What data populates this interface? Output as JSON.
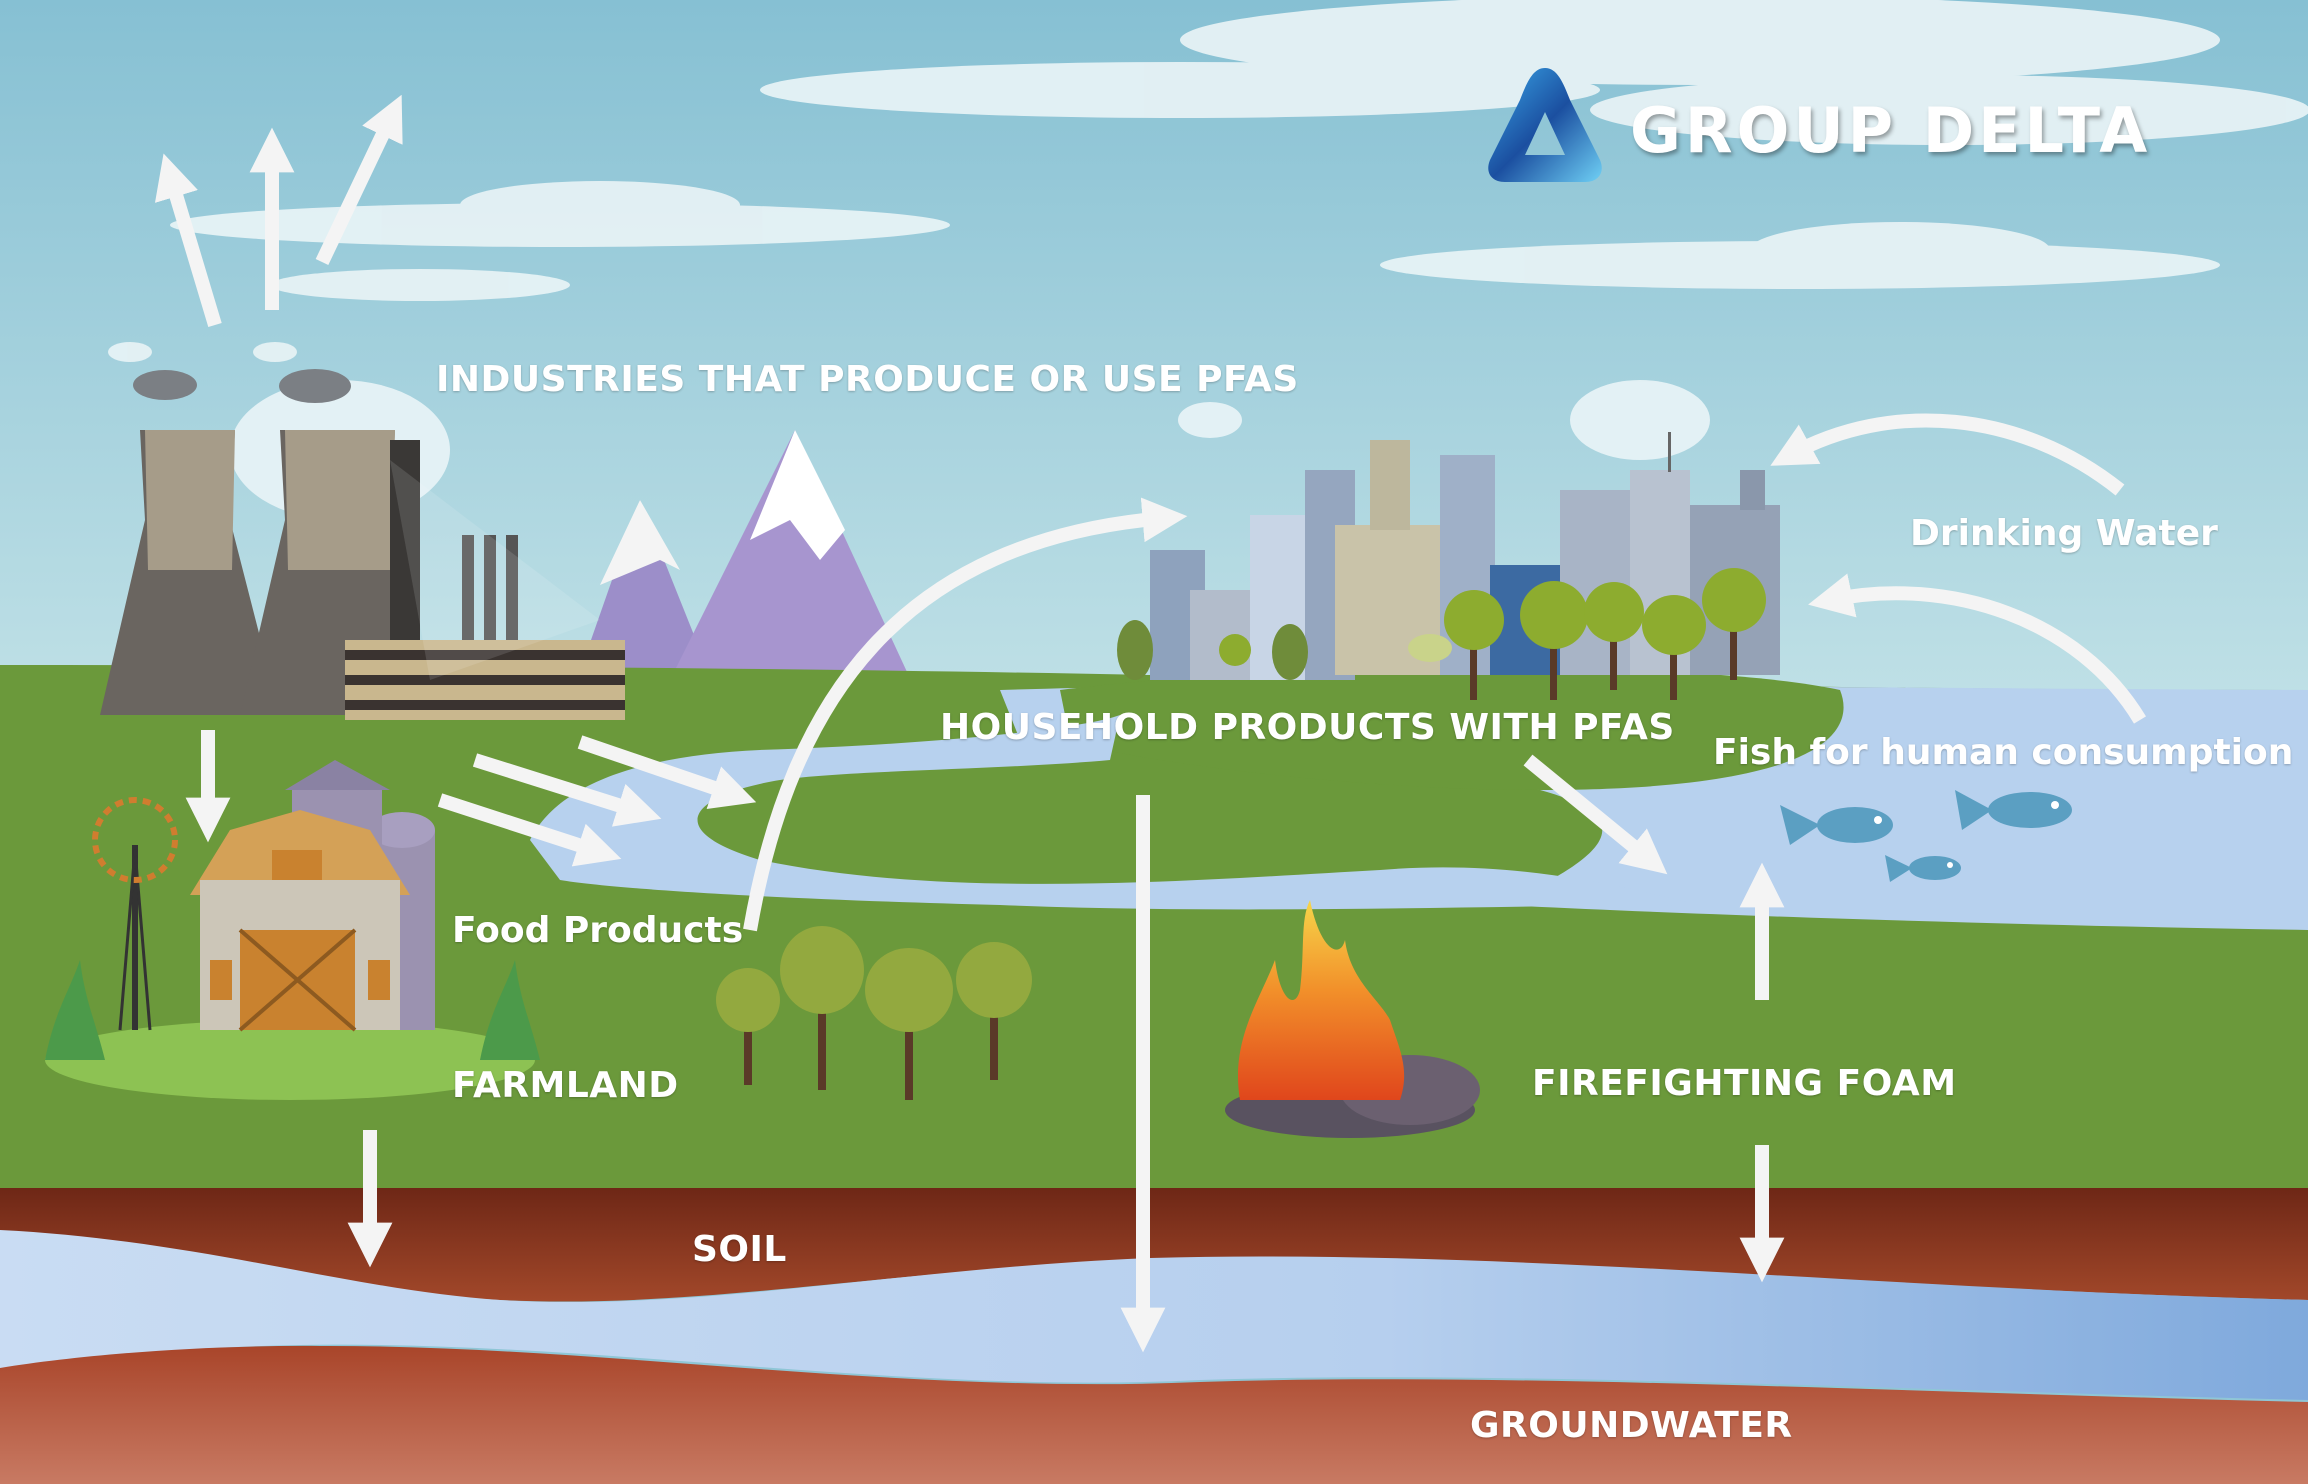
{
  "brand": {
    "name": "GROUP DELTA"
  },
  "labels": {
    "industries": "INDUSTRIES THAT PRODUCE OR USE PFAS",
    "drinking_water": "Drinking Water",
    "household": "HOUSEHOLD PRODUCTS WITH PFAS",
    "fish": "Fish for human consumption",
    "food_products": "Food Products",
    "farmland": "FARMLAND",
    "firefighting": "FIREFIGHTING FOAM",
    "soil": "SOIL",
    "groundwater": "GROUNDWATER"
  },
  "colors": {
    "sky": "#8fc6d6",
    "land": "#6c9a3c",
    "river": "#b9d3ef",
    "soil": "#8b3a22",
    "groundwater": "#bfd3ee",
    "arrow": "#f4f4f4",
    "label": "#ffffff"
  }
}
